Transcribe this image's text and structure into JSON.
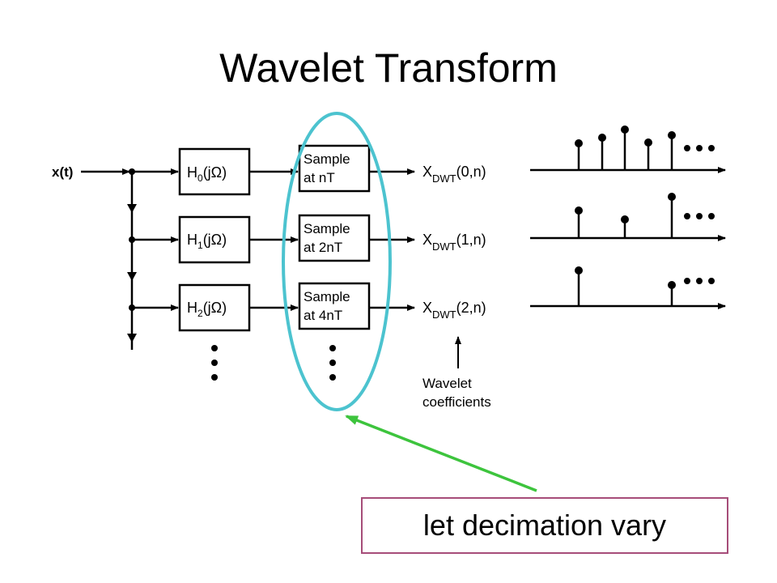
{
  "title": "Wavelet Transform",
  "input_label": "x(t)",
  "filters": [
    {
      "main": "H",
      "sub": "0",
      "rest": "(jΩ)"
    },
    {
      "main": "H",
      "sub": "1",
      "rest": "(jΩ)"
    },
    {
      "main": "H",
      "sub": "2",
      "rest": "(jΩ)"
    }
  ],
  "samplers": [
    {
      "line1": "Sample",
      "line2": "at nT"
    },
    {
      "line1": "Sample",
      "line2": "at 2nT"
    },
    {
      "line1": "Sample",
      "line2": "at 4nT"
    }
  ],
  "outputs": [
    {
      "main": "X",
      "sub": "DWT",
      "rest": "(0,n)"
    },
    {
      "main": "X",
      "sub": "DWT",
      "rest": "(1,n)"
    },
    {
      "main": "X",
      "sub": "DWT",
      "rest": "(2,n)"
    }
  ],
  "coefficients_label": {
    "line1": "Wavelet",
    "line2": "coefficients"
  },
  "callout": "let decimation vary",
  "colors": {
    "highlight_ellipse": "#4cc3cf",
    "pointer_arrow": "#3dc43d",
    "callout_border": "#a64d79"
  }
}
